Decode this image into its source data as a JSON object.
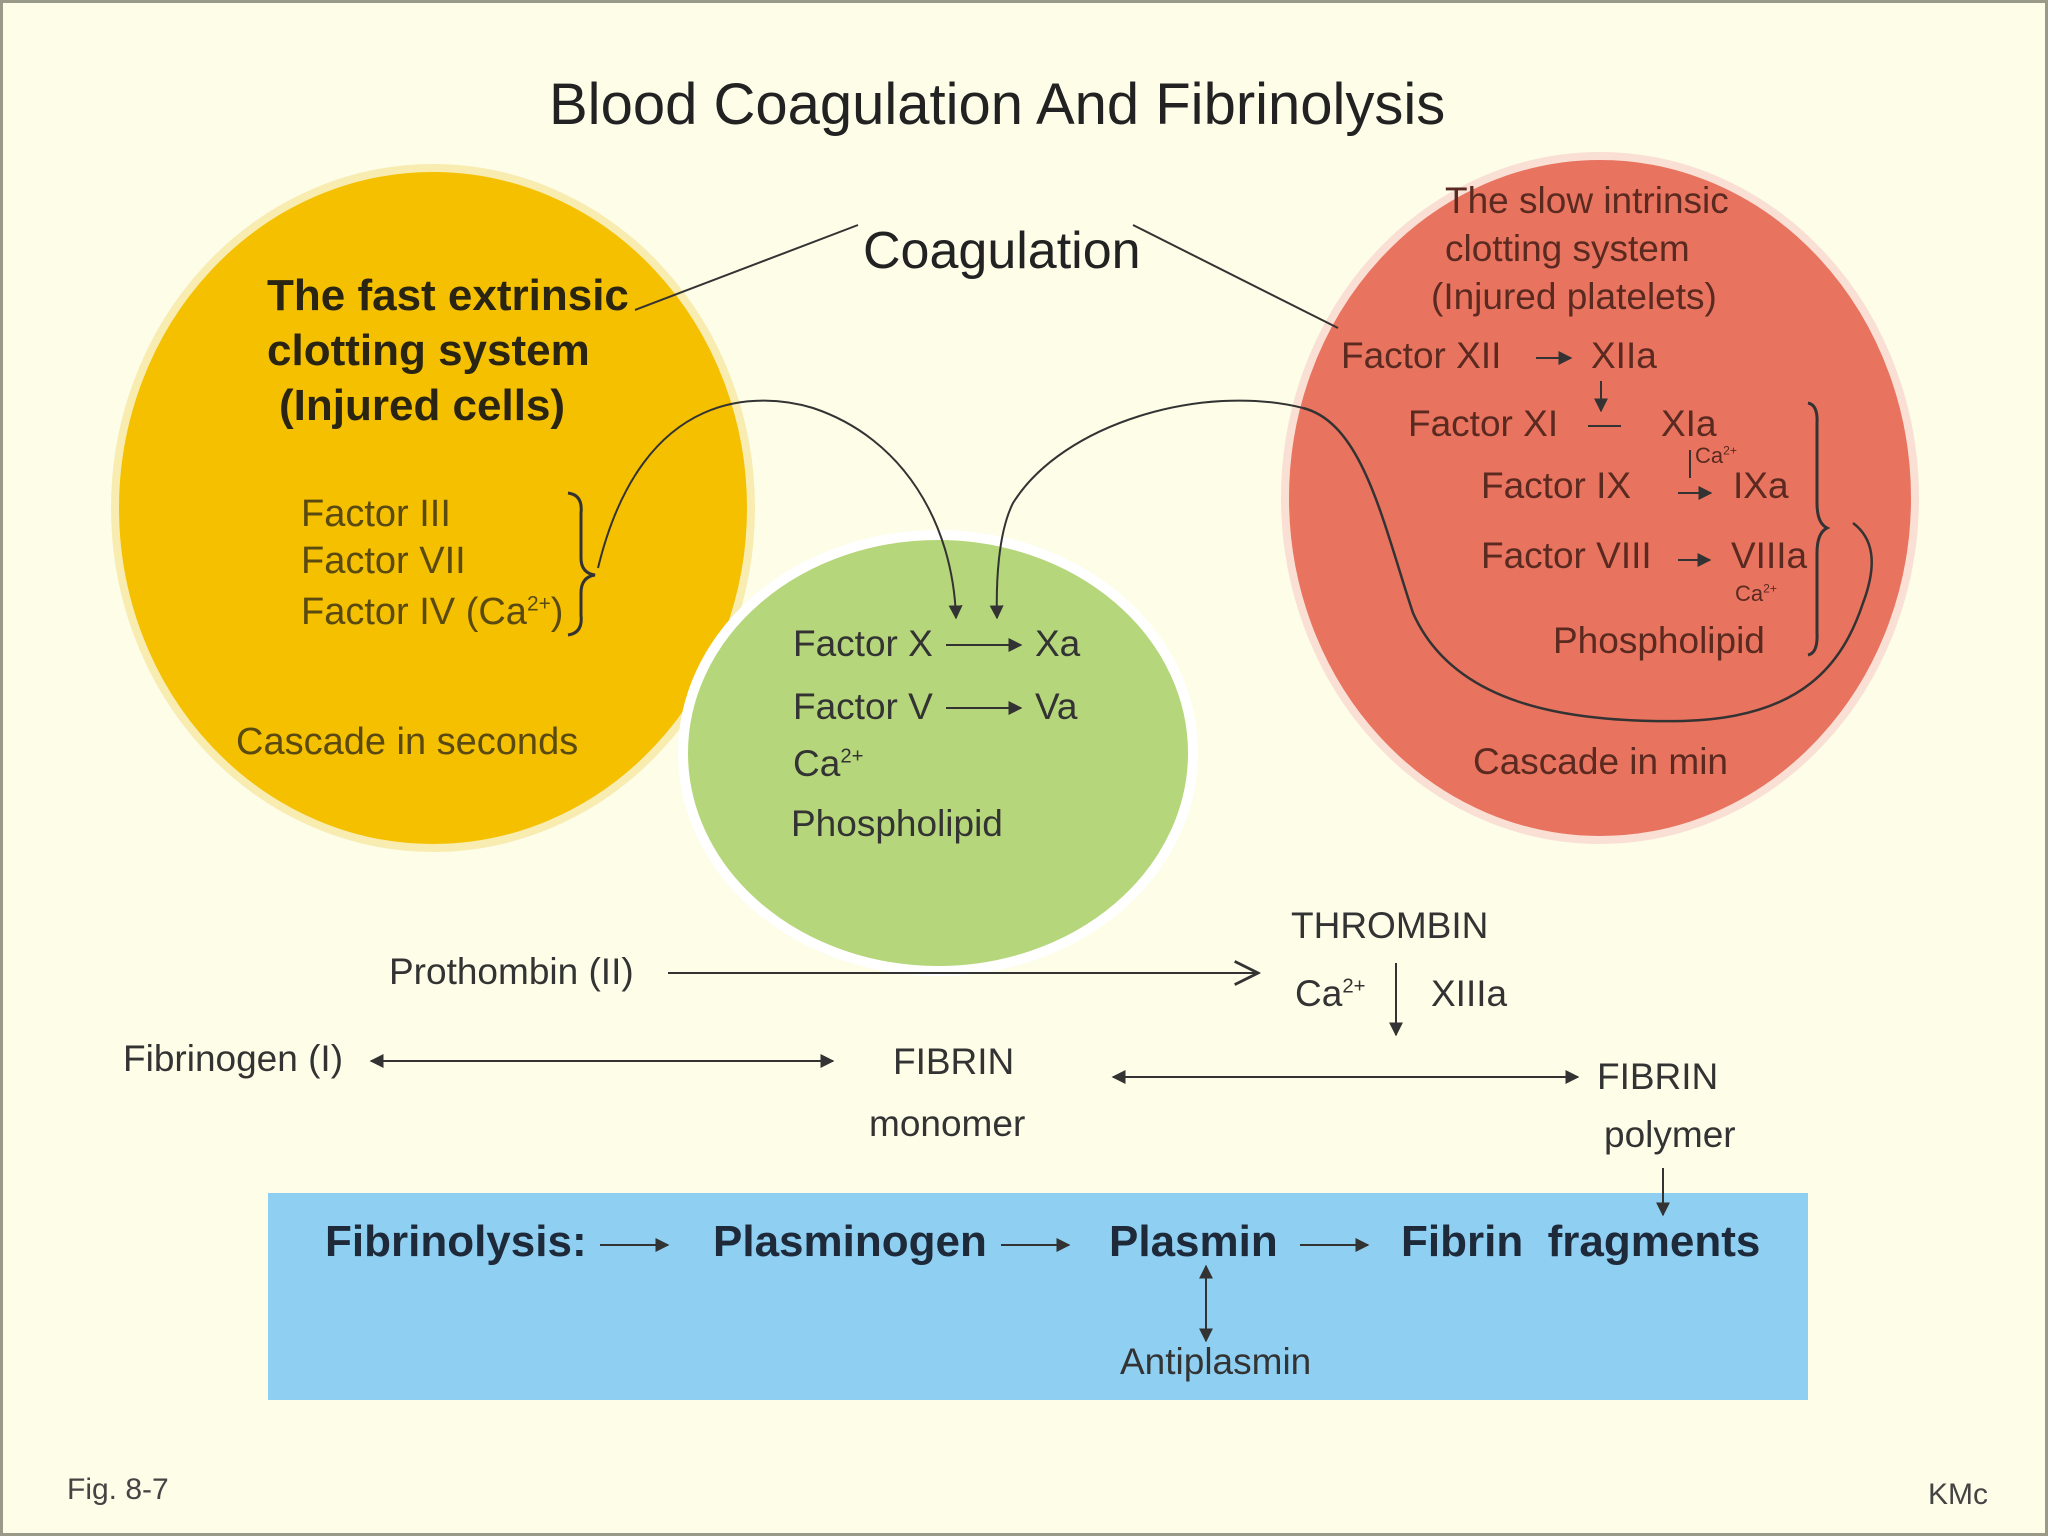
{
  "title": "Blood Coagulation And Fibrinolysis",
  "coagulation_label": "Coagulation",
  "extrinsic": {
    "heading_line1": "The fast extrinsic",
    "heading_line2": "clotting system",
    "heading_line3": "(Injured cells)",
    "factor1": "Factor III",
    "factor2": "Factor VII",
    "factor3": "Factor IV (Ca",
    "factor3_sup": "2+",
    "factor3_end": ")",
    "cascade": "Cascade in seconds",
    "color": "#f5c000"
  },
  "intrinsic": {
    "heading_line1": "The slow intrinsic",
    "heading_line2": "clotting system",
    "heading_line3": "(Injured platelets)",
    "row1_left": "Factor XII",
    "row1_right": "XIIa",
    "row2_left": "Factor XI",
    "row2_right": "XIa",
    "row3_left": "Factor IX",
    "row3_right": "IXa",
    "row3_ca": "Ca",
    "row3_ca_sup": "2+",
    "row4_left": "Factor VIII",
    "row4_right": "VIIIa",
    "row4_ca": "Ca",
    "row4_ca_sup": "2+",
    "phospholipid": "Phospholipid",
    "cascade": "Cascade in min",
    "color": "#e8735f"
  },
  "common": {
    "row1_left": "Factor X",
    "row1_right": "Xa",
    "row2_left": "Factor V",
    "row2_right": "Va",
    "ca": "Ca",
    "ca_sup": "2+",
    "phospholipid": "Phospholipid",
    "color": "#b5d67a"
  },
  "thrombin": {
    "label": "THROMBIN",
    "ca": "Ca",
    "ca_sup": "2+",
    "xiiia": "XIIIa"
  },
  "prothrombin": "Prothombin (II)",
  "fibrinogen": "Fibrinogen (I)",
  "fibrin_monomer_line1": "FIBRIN",
  "fibrin_monomer_line2": "monomer",
  "fibrin_polymer_line1": "FIBRIN",
  "fibrin_polymer_line2": "polymer",
  "fibrinolysis": {
    "label": "Fibrinolysis:",
    "plasminogen": "Plasminogen",
    "plasmin": "Plasmin",
    "fragments": "Fibrin  fragments",
    "antiplasmin": "Antiplasmin",
    "color": "#8ecff2"
  },
  "fig_label": "Fig. 8-7",
  "credit": "KMc"
}
